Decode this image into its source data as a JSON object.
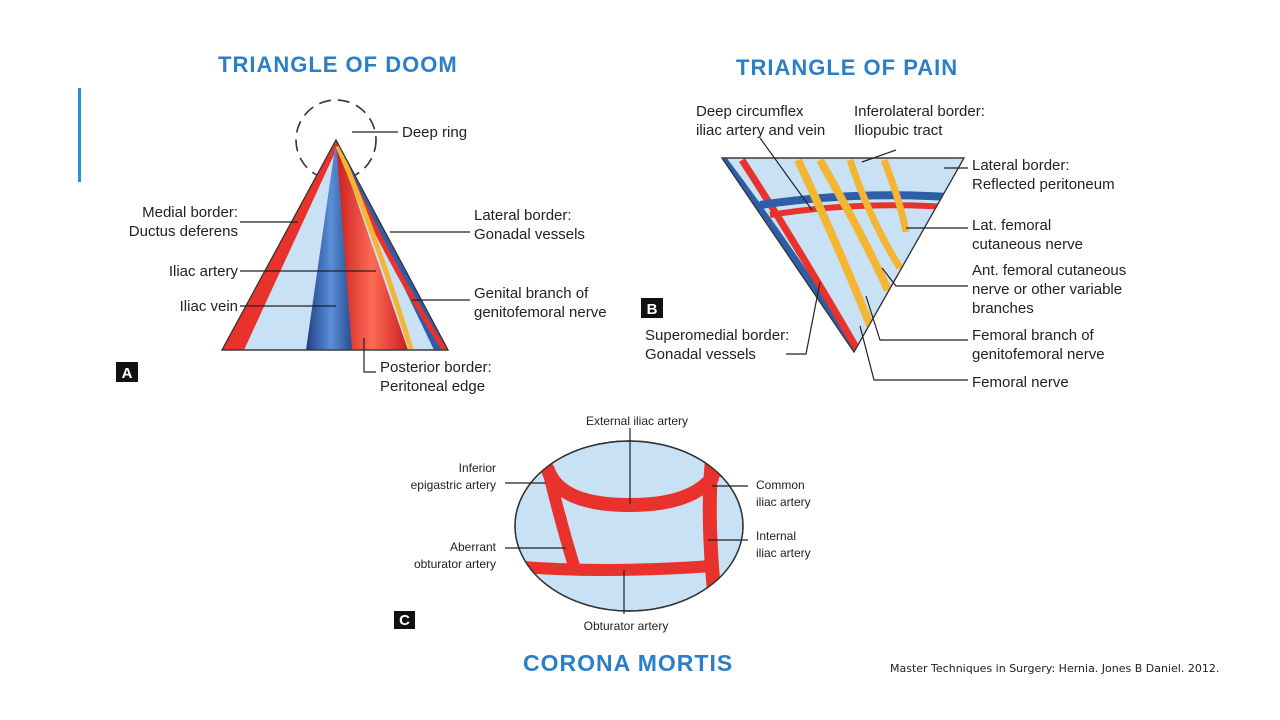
{
  "titles": {
    "doom": "TRIANGLE OF DOOM",
    "pain": "TRIANGLE OF PAIN",
    "corona": "CORONA MORTIS"
  },
  "citation": "Master Techniques in Surgery: Hernia. Jones B Daniel. 2012.",
  "colors": {
    "accent": "#2a8fd0",
    "title": "#2a7fc8",
    "artery": "#e8322b",
    "vein": "#2f5ea8",
    "nerve": "#f4b533",
    "field": "#c9e1f4"
  },
  "panel_a": {
    "letter": "A",
    "labels": {
      "deep_ring": "Deep ring",
      "medial_1": "Medial border:",
      "medial_2": "Ductus deferens",
      "iliac_artery": "Iliac artery",
      "iliac_vein": "Iliac vein",
      "lateral_1": "Lateral border:",
      "lateral_2": "Gonadal vessels",
      "genital_1": "Genital branch of",
      "genital_2": "genitofemoral nerve",
      "posterior_1": "Posterior border:",
      "posterior_2": "Peritoneal edge"
    }
  },
  "panel_b": {
    "letter": "B",
    "labels": {
      "deep_circ_1": "Deep circumflex",
      "deep_circ_2": "iliac artery and vein",
      "infero_1": "Inferolateral border:",
      "infero_2": "Iliopubic tract",
      "lateral_1": "Lateral border:",
      "lateral_2": "Reflected peritoneum",
      "latfem_1": "Lat. femoral",
      "latfem_2": "cutaneous nerve",
      "antfem_1": "Ant. femoral cutaneous",
      "antfem_2": "nerve or other variable",
      "antfem_3": "branches",
      "superomedial_1": "Superomedial border:",
      "superomedial_2": "Gonadal vessels",
      "fembranch_1": "Femoral branch of",
      "fembranch_2": "genitofemoral nerve",
      "femoral_nerve": "Femoral nerve"
    }
  },
  "panel_c": {
    "letter": "C",
    "labels": {
      "external_iliac": "External iliac artery",
      "inf_epi_1": "Inferior",
      "inf_epi_2": "epigastric artery",
      "common_1": "Common",
      "common_2": "iliac artery",
      "aberrant_1": "Aberrant",
      "aberrant_2": "obturator artery",
      "internal_1": "Internal",
      "internal_2": "iliac artery",
      "obturator": "Obturator artery"
    }
  }
}
